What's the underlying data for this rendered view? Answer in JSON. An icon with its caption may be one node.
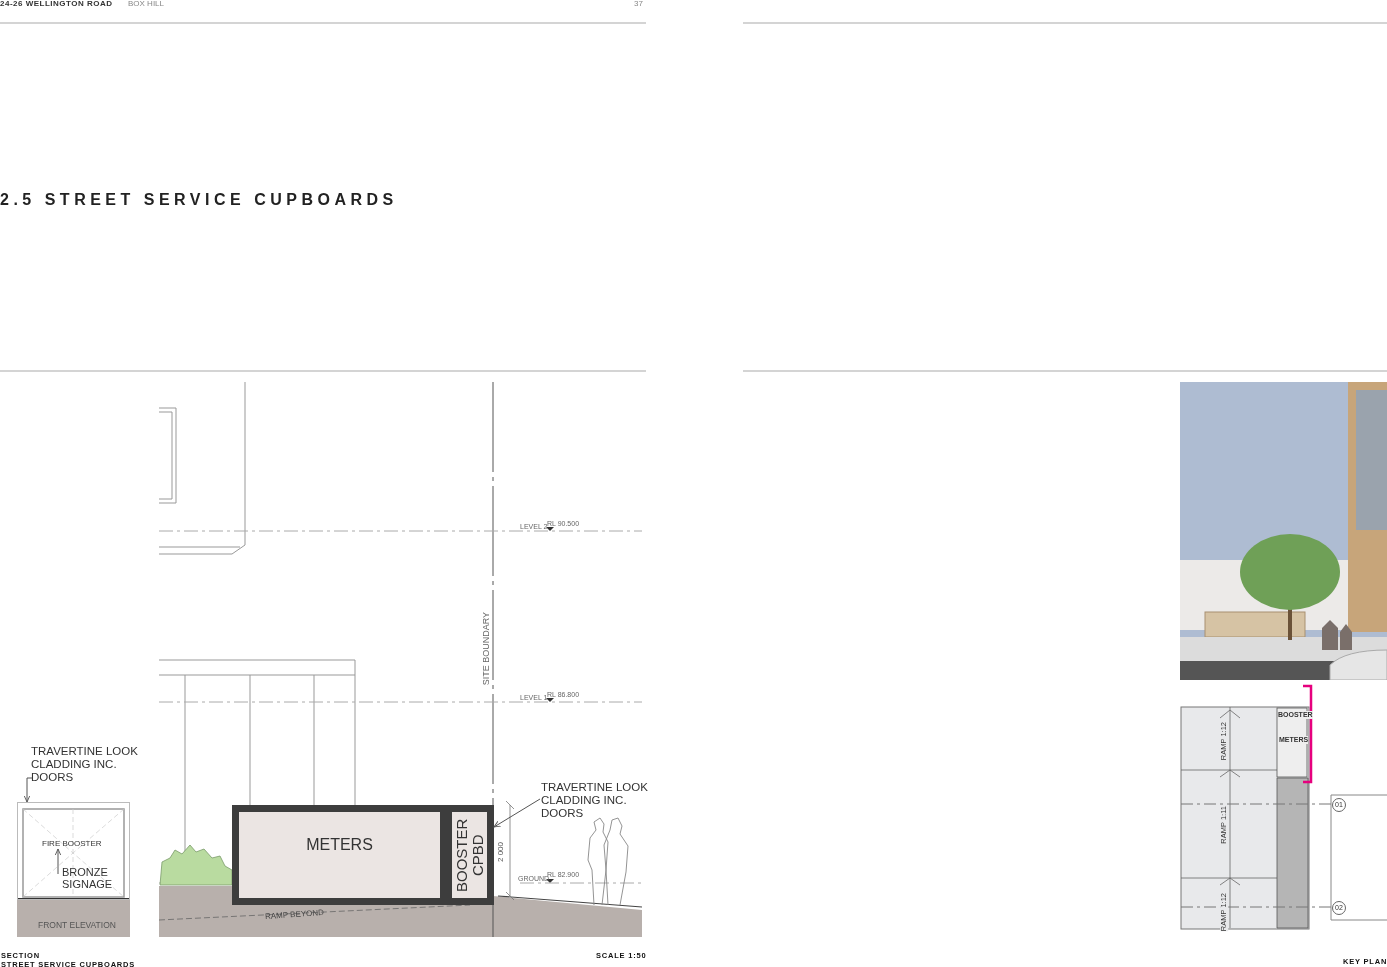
{
  "diagram": {
    "title": "2.5 STREET SERVICE CUPBOARDS",
    "nodes": [
      {
        "text": [
          "TRAVERTINE LOOK CLADDING INC. DOORS"
        ]
      },
      {
        "text": [],
        "shape": "box"
      },
      {
        "text": [
          "FIRE BOOSTER"
        ],
        "in": 1
      },
      {
        "text": [
          "BRONZE SIGNAGE"
        ],
        "in": 1
      },
      {
        "text": [
          "METERS"
        ]
      },
      {
        "text": [
          "BOOSTER CPBD"
        ]
      },
      {
        "text": [
          "TRAVERTINE LOOK CLADDING INC. DOORS"
        ]
      }
    ],
    "edges": [
      {
        "from": 0,
        "to": 1,
        "arrow": "to"
      },
      {
        "from": 3,
        "to": 2,
        "arrow": "to"
      },
      {
        "from": 6,
        "to": 5,
        "arrow": "to"
      }
    ],
    "labels": [
      "24-26 WELLINGTON ROAD",
      "BOX HILL",
      "37",
      "LEVEL 2",
      "RL 90.500",
      "SITE BOUNDARY",
      "LEVEL 1",
      "RL 86.800",
      "2 000",
      "GROUND",
      "RL 82.900",
      "RAMP BEYOND",
      "FRONT ELEVATION",
      "SECTION",
      "STREET SERVICE CUPBOARDS",
      "SCALE 1:50",
      "BOOSTER",
      "METERS",
      "RAMP 1:12",
      "RAMP 1:11",
      "RAMP 1:12",
      "01",
      "02",
      "KEY PLAN"
    ]
  }
}
